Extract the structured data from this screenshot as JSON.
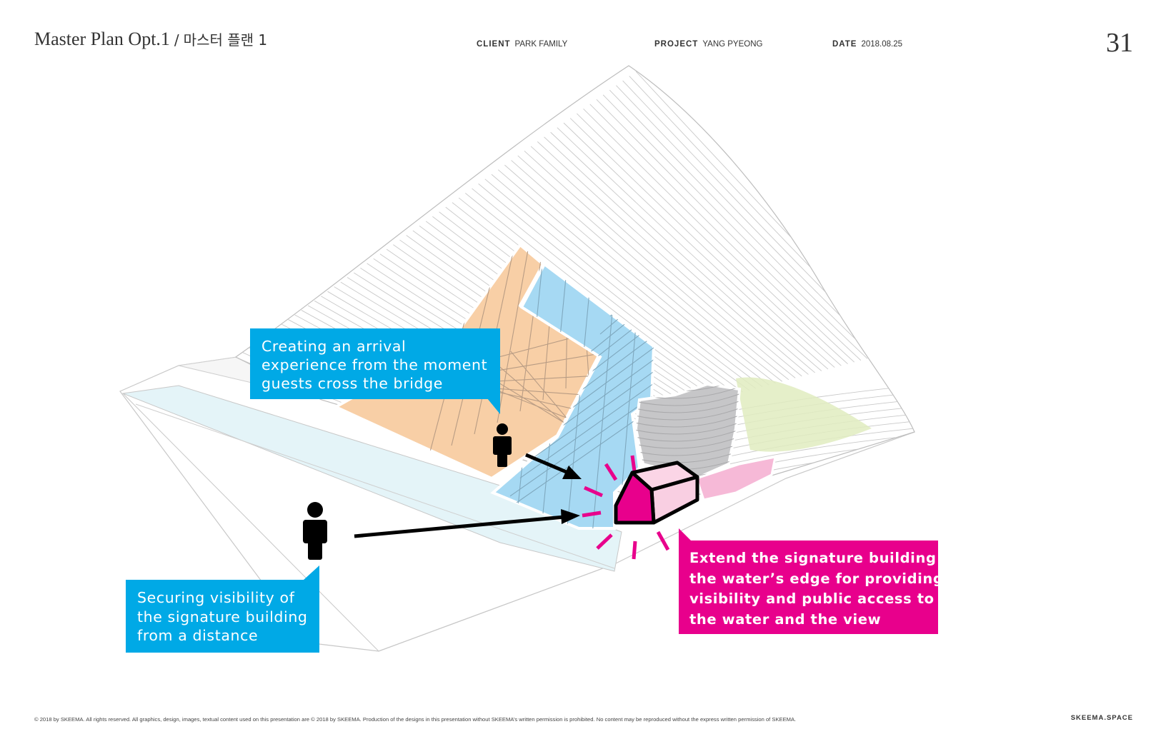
{
  "header": {
    "title_en": "Master Plan Opt.1",
    "title_sep": "/",
    "title_kr": "마스터 플랜 1",
    "client_label": "CLIENT",
    "client_value": "PARK FAMILY",
    "project_label": "PROJECT",
    "project_value": "YANG PYEONG",
    "date_label": "DATE",
    "date_value": "2018.08.25",
    "page_number": "31"
  },
  "callouts": {
    "arrival": [
      "Creating an arrival",
      "experience from the moment",
      "guests cross the bridge"
    ],
    "visibility": [
      "Securing visibility of",
      "the signature building",
      "from a distance"
    ],
    "signature": [
      "Extend the signature building to",
      "the water’s edge for providing",
      "visibility and public access to",
      "the water and the view"
    ]
  },
  "icons": {
    "near_person": "person-icon",
    "far_person": "person-icon",
    "building": "house-icon",
    "highlight": "burst-rays-icon",
    "arrows": "arrow-icon"
  },
  "colors": {
    "blue_callout": "#00a9e6",
    "pink_callout": "#e8008c",
    "zone_orange": "#f8cfa6",
    "zone_blue": "#a6d9f3",
    "zone_gray": "#c6c6c8",
    "zone_pink": "#f6b9d7",
    "zone_green": "#e0ecc0"
  },
  "footer": {
    "copyright": "© 2018 by SKEEMA. All rights reserved. All graphics, design, images, textual content used on this presentation are © 2018 by SKEEMA. Production of the designs in this presentation without SKEEMA’s written permission is prohibited. No content may be reproduced without the express written permission of SKEEMA.",
    "brand": "SKEEMA.SPACE"
  }
}
